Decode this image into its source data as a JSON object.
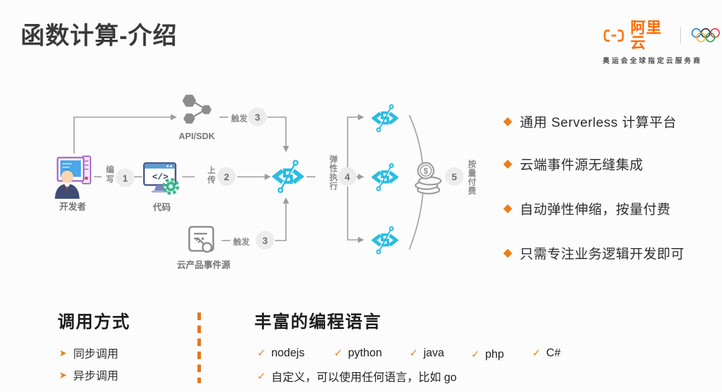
{
  "page": {
    "title": "函数计算-介绍"
  },
  "brand": {
    "name": "阿里云",
    "tagline": "奥运会全球指定云服务商"
  },
  "icons": {
    "diamond": "◆",
    "arrow_bullet": "➤",
    "check": "✓"
  },
  "diagram": {
    "nodes": {
      "developer": "开发者",
      "code": "代码",
      "api_sdk": "API/SDK",
      "event_source": "云产品事件源"
    },
    "steps": {
      "write": {
        "num": "1",
        "label": "编写"
      },
      "upload": {
        "num": "2",
        "label": "上传"
      },
      "trigger_api": {
        "num": "3",
        "label": "触发"
      },
      "trigger_event": {
        "num": "3",
        "label": "触发"
      },
      "elastic": {
        "num": "4",
        "label": "弹性执行"
      },
      "pay": {
        "num": "5",
        "label": "按量付费"
      }
    },
    "code_glyph": "</>",
    "coin_symbol": "$"
  },
  "features": [
    "通用 Serverless 计算平台",
    "云端事件源无缝集成",
    "自动弹性伸缩，按量付费",
    "只需专注业务逻辑开发即可"
  ],
  "invocation": {
    "heading": "调用方式",
    "items": [
      "同步调用",
      "异步调用"
    ]
  },
  "languages": {
    "heading": "丰富的编程语言",
    "items": [
      "nodejs",
      "python",
      "java",
      "php",
      "C#"
    ],
    "custom": "自定义，可以使用任何语言，比如 go"
  },
  "colors": {
    "accent_orange": "#ff6a00",
    "diamond_orange": "#ee7c17",
    "fc_cyan": "#29bde2",
    "line_gray": "#9c9c9c"
  }
}
